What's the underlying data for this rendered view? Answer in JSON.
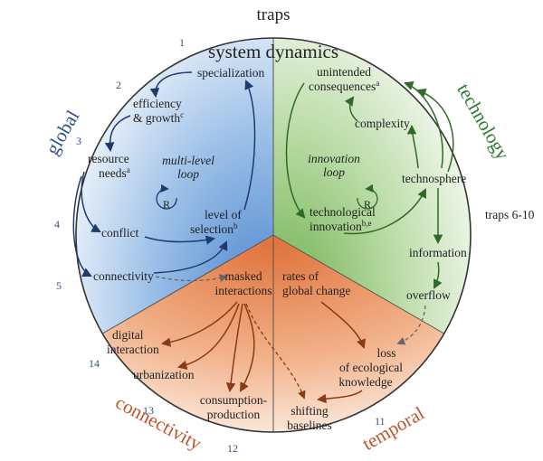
{
  "title": "traps",
  "header": "system dynamics",
  "sectors": {
    "global": "global",
    "technology": "technology",
    "connectivity": "connectivity",
    "temporal": "temporal"
  },
  "trap_numbers": [
    "1",
    "2",
    "3",
    "4",
    "5",
    "14",
    "13",
    "12",
    "11"
  ],
  "traps_range": "traps 6-10",
  "global_nodes": {
    "specialization": "specialization",
    "efficiency": "efficiency",
    "growth": "& growth",
    "growth_sup": "c",
    "resource": "resource",
    "needs": "needs",
    "needs_sup": "a",
    "multilevel_1": "multi-level",
    "multilevel_2": "loop",
    "loop_r": "R",
    "conflict": "conflict",
    "level_of": "level of",
    "selection": "selection",
    "selection_sup": "b",
    "connectivity": "connectivity"
  },
  "tech_nodes": {
    "unintended": "unintended",
    "consequences": "consequences",
    "consequences_sup": "a",
    "complexity": "complexity",
    "innovation_1": "innovation",
    "innovation_2": "loop",
    "loop_r": "R",
    "technosphere": "technosphere",
    "technological": "technological",
    "innovation": "innovation",
    "innovation_sup": "b,e",
    "information": "information",
    "overflow": "overflow"
  },
  "bottom_nodes": {
    "masked": "masked",
    "interactions": "interactions",
    "rates_of": "rates of",
    "global_change": "global change",
    "digital": "digital",
    "interaction": "interaction",
    "urbanization": "urbanization",
    "consumption": "consumption-",
    "production": "production",
    "loss": "loss",
    "of_eco": "of ecological",
    "knowledge": "knowledge",
    "shifting": "shifting",
    "baselines": "baselines"
  },
  "colors": {
    "blue_fill": "#6f9fd6",
    "green_fill": "#86bd6a",
    "orange_fill": "#e98a55",
    "blue_arrow": "#1f3a6b",
    "green_arrow": "#2f6a26",
    "orange_arrow": "#8a3b15"
  }
}
